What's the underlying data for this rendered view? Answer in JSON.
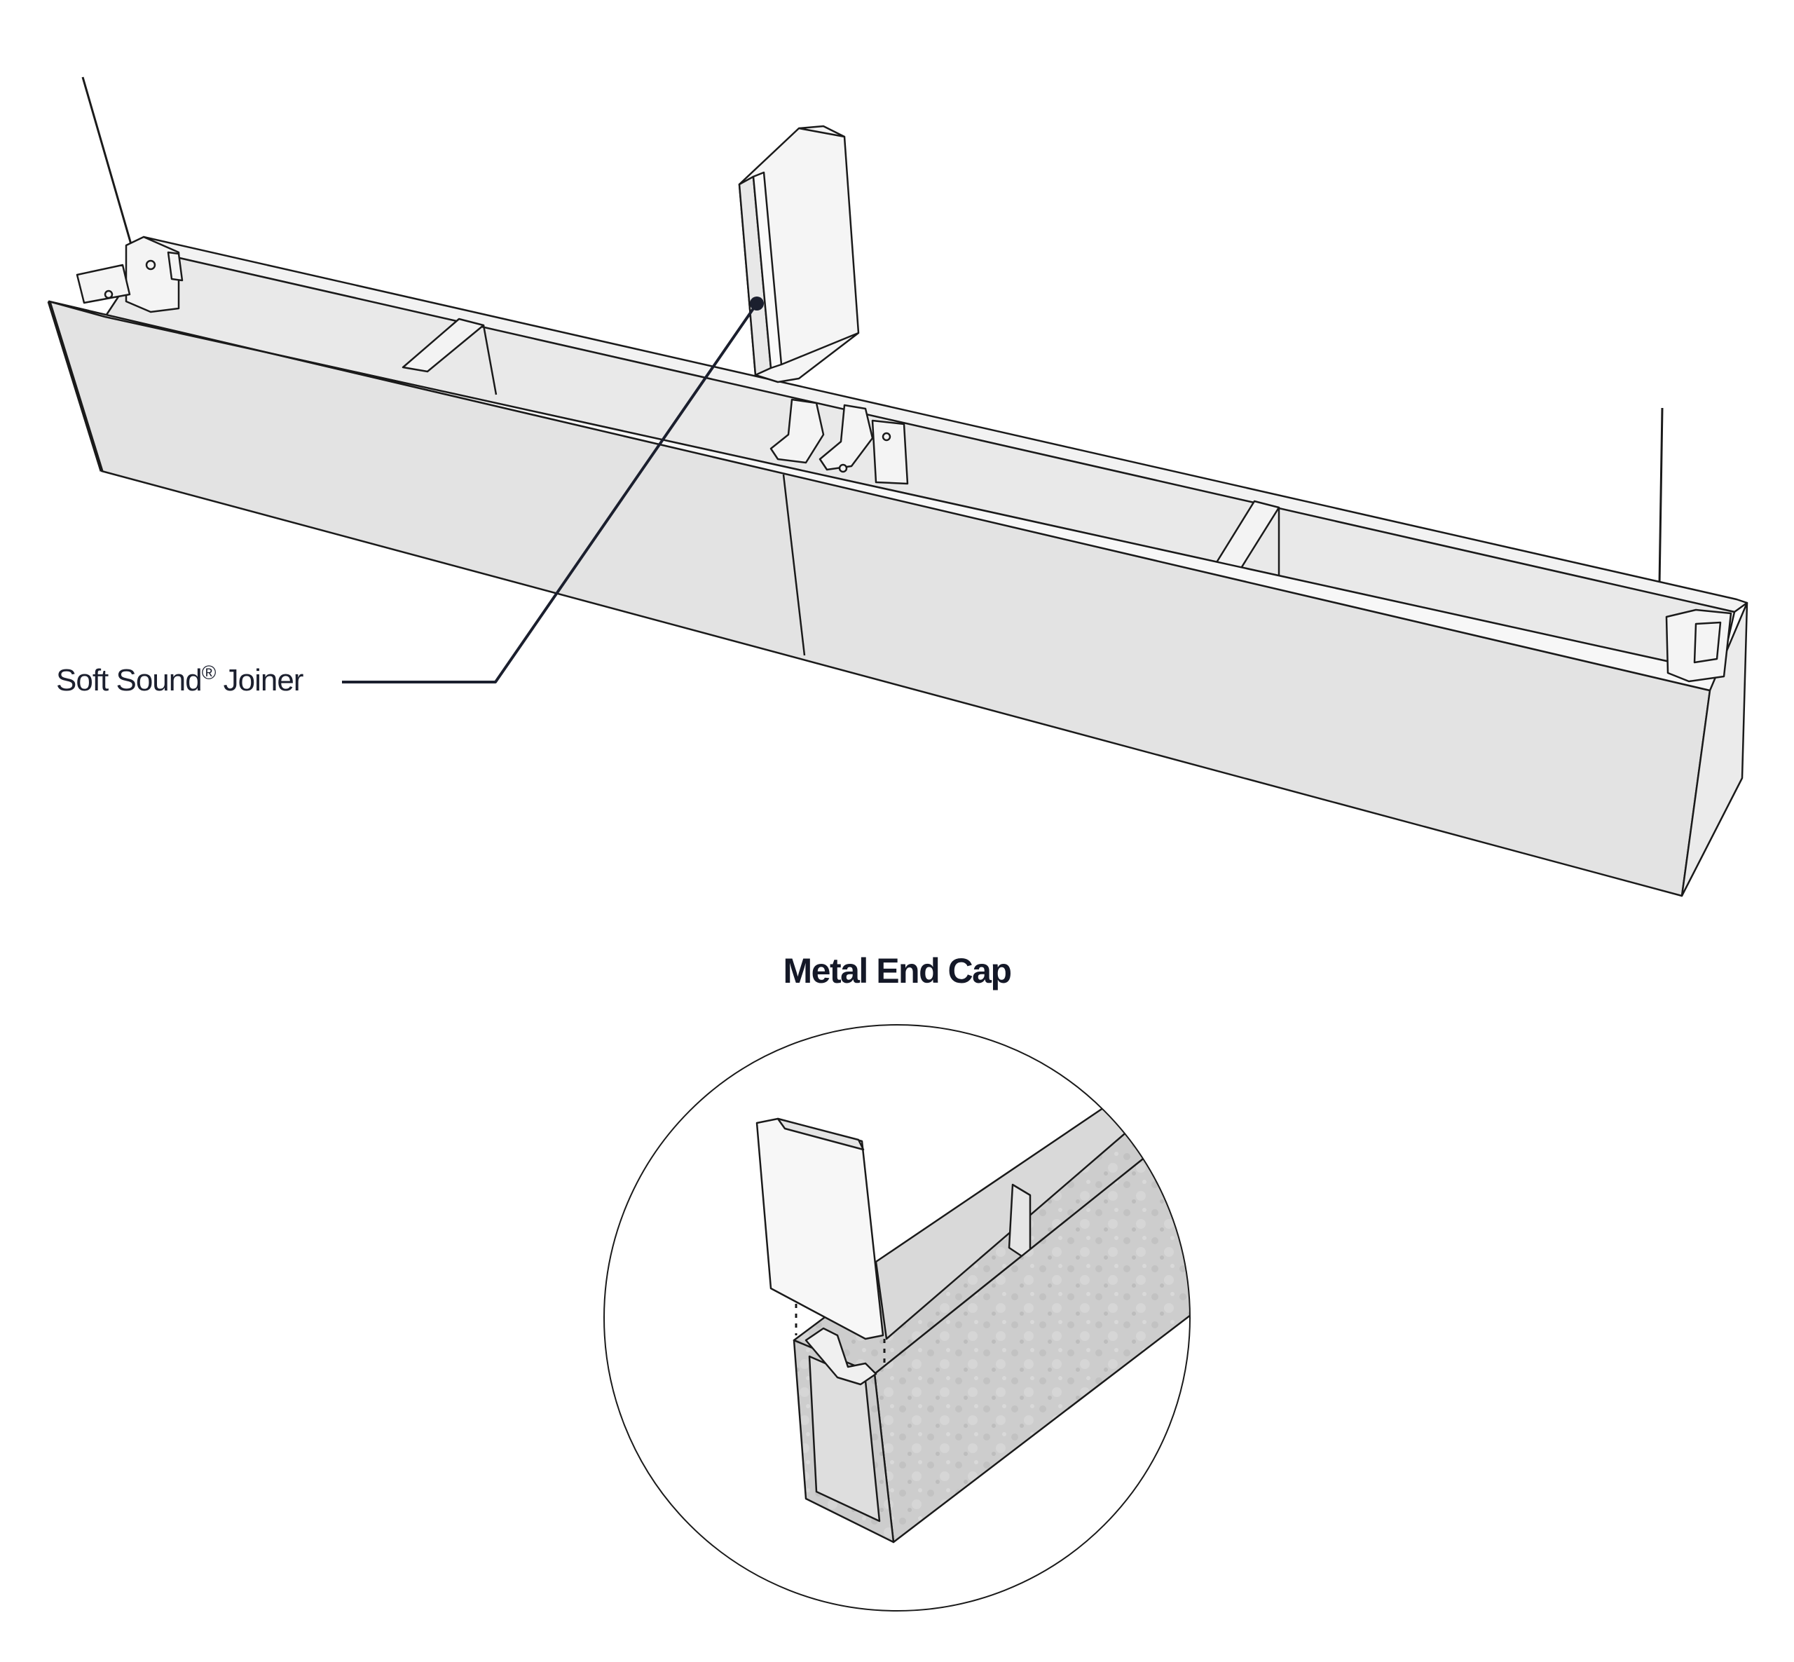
{
  "labels": {
    "joiner_prefix": "Soft Sound",
    "joiner_mark": "®",
    "joiner_suffix": " Joiner",
    "endcap_title": "Metal End Cap"
  },
  "colors": {
    "line": "#1a1a1a",
    "leader": "#1b1f2e",
    "panel_face": "#e3e3e3",
    "panel_top": "#f4f4f4",
    "panel_inner": "#ececec",
    "felt": "#cfcfcf",
    "felt_dark": "#b9b9b9",
    "cap": "#f7f7f7"
  }
}
